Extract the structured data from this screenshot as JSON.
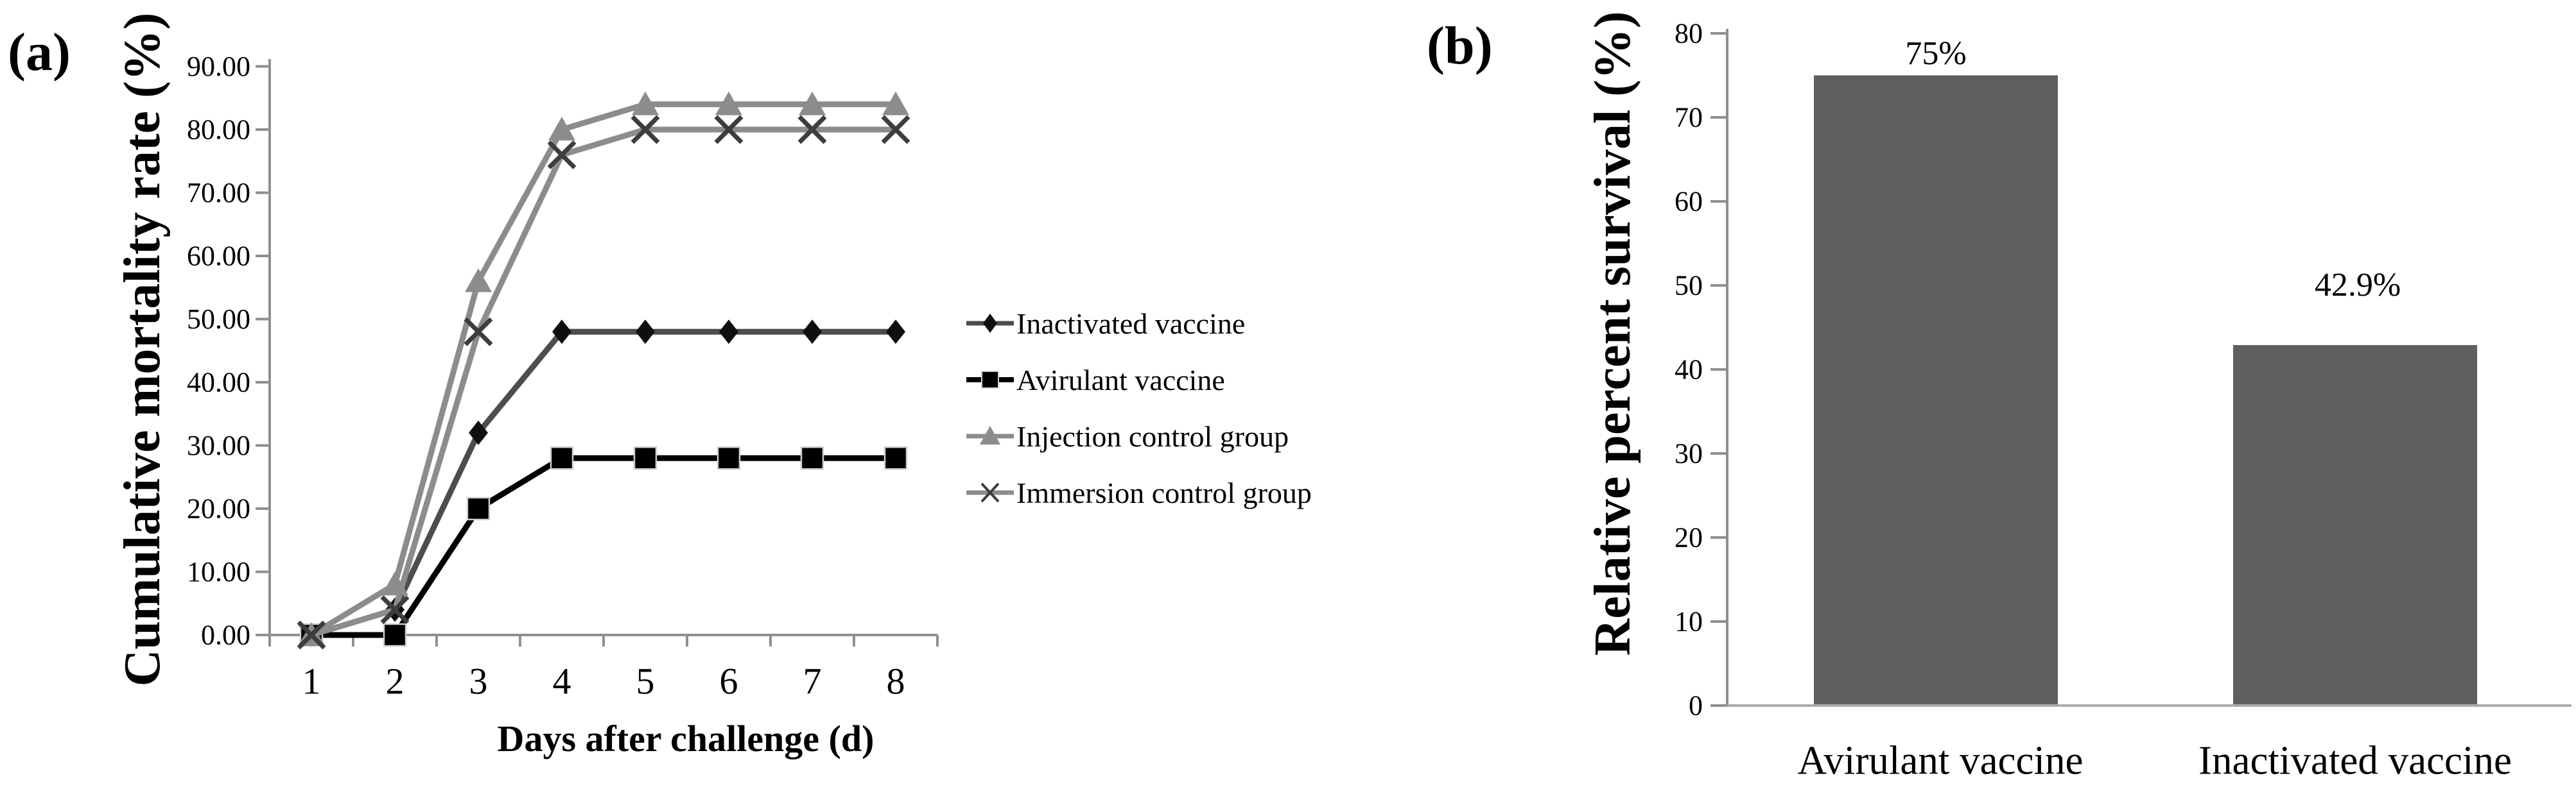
{
  "figure": {
    "panels": [
      {
        "label": "(a)"
      },
      {
        "label": "(b)"
      }
    ]
  },
  "colors": {
    "axis": "#8f8f8f",
    "baseline": "#ababab",
    "text": "#000000",
    "bar": "#5f5f5f",
    "square_outline": "#cfcfcf"
  },
  "chart_data": [
    {
      "panel": "a",
      "type": "line",
      "title": "",
      "xlabel": "Days after challenge (d)",
      "ylabel": "Cumulative mortality rate (%)",
      "x": [
        1,
        2,
        3,
        4,
        5,
        6,
        7,
        8
      ],
      "xtick_labels": [
        "1",
        "2",
        "3",
        "4",
        "5",
        "6",
        "7",
        "8"
      ],
      "ylim": [
        0,
        90
      ],
      "ytick_step": 10,
      "ytick_labels": [
        "0.00",
        "10.00",
        "20.00",
        "30.00",
        "40.00",
        "50.00",
        "60.00",
        "70.00",
        "80.00",
        "90.00"
      ],
      "grid": false,
      "legend_position": "right",
      "series": [
        {
          "name": "Inactivated vaccine",
          "marker": "diamond",
          "line_color": "#4d4d4d",
          "marker_color": "#0f0f0f",
          "values": [
            0,
            4,
            32,
            48,
            48,
            48,
            48,
            48
          ]
        },
        {
          "name": "Avirulant vaccine",
          "marker": "square",
          "line_color": "#000000",
          "marker_color": "#000000",
          "values": [
            0,
            0,
            20,
            28,
            28,
            28,
            28,
            28
          ]
        },
        {
          "name": "Injection control group",
          "marker": "triangle",
          "line_color": "#8c8c8c",
          "marker_color": "#8c8c8c",
          "values": [
            0,
            8,
            56,
            80,
            84,
            84,
            84,
            84
          ]
        },
        {
          "name": "Immersion control group",
          "marker": "x",
          "line_color": "#8c8c8c",
          "marker_color": "#3d3d3d",
          "values": [
            0,
            4,
            48,
            76,
            80,
            80,
            80,
            80
          ]
        }
      ]
    },
    {
      "panel": "b",
      "type": "bar",
      "title": "",
      "xlabel": "",
      "ylabel": "Relative percent survival (%)",
      "categories": [
        "Avirulant vaccine",
        "Inactivated vaccine"
      ],
      "values": [
        75,
        42.9
      ],
      "bar_labels": [
        "75%",
        "42.9%"
      ],
      "ylim": [
        0,
        80
      ],
      "ytick_step": 10,
      "ytick_labels": [
        "0",
        "10",
        "20",
        "30",
        "40",
        "50",
        "60",
        "70",
        "80"
      ],
      "grid": false,
      "bar_color": "#5f5f5f"
    }
  ]
}
